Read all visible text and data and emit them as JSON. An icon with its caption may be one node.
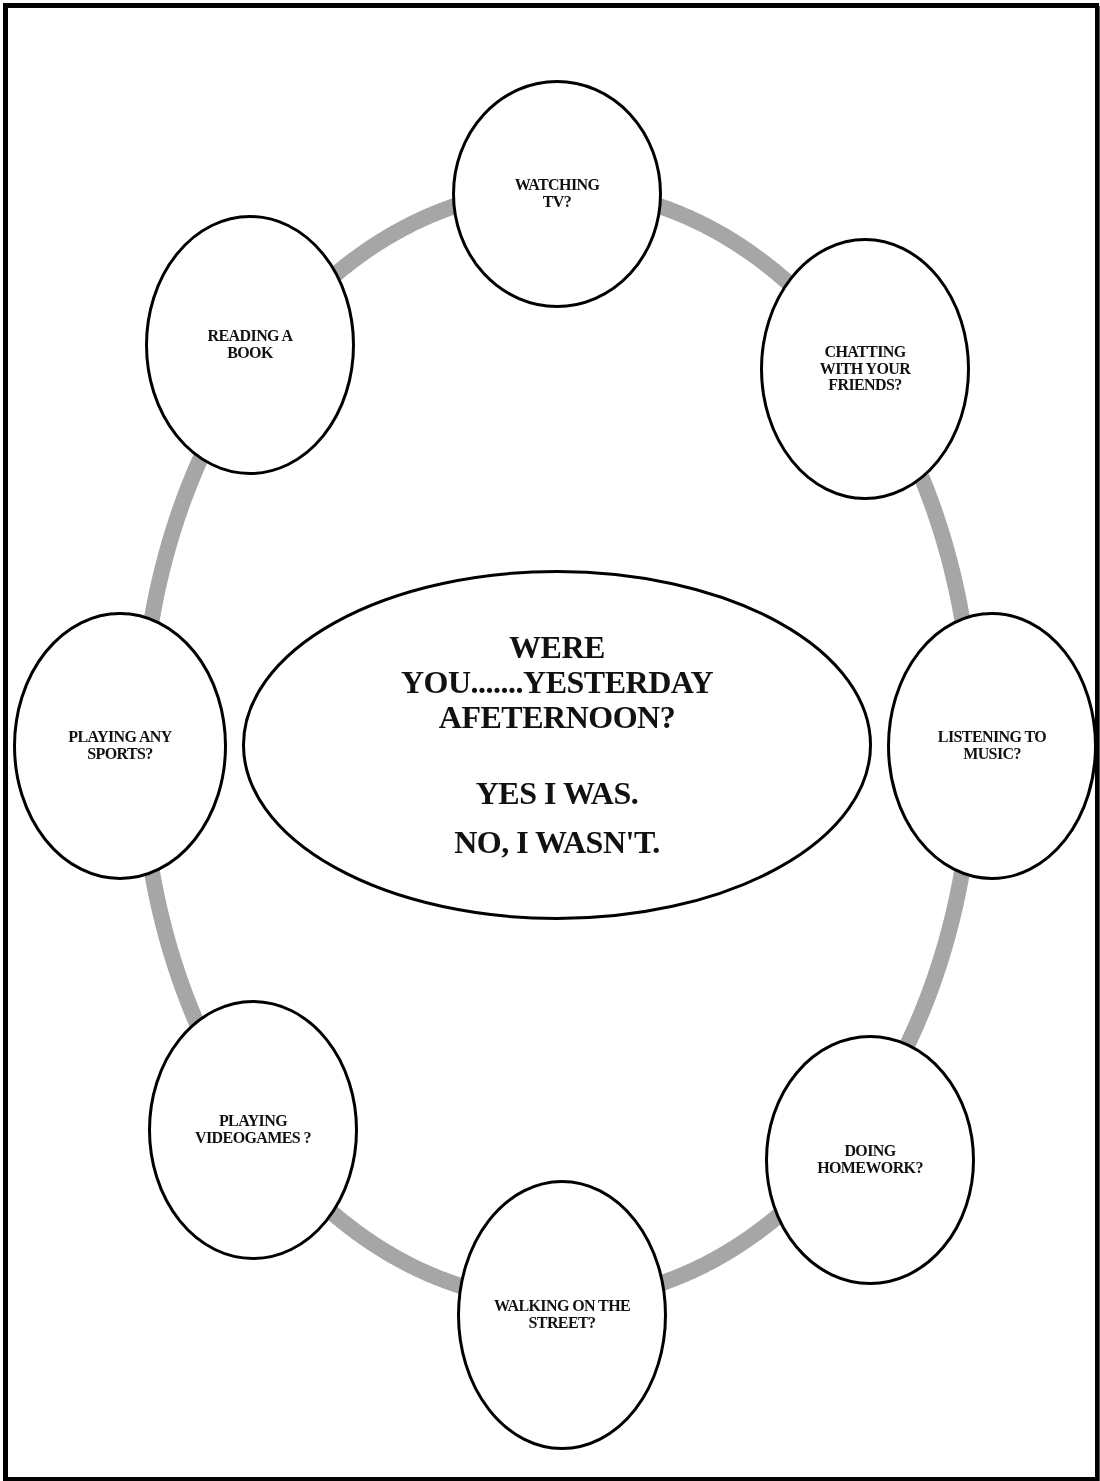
{
  "diagram": {
    "nodes": [
      {
        "text": [
          "WATCHING TV?"
        ]
      },
      {
        "text": [
          "READING A BOOK"
        ]
      },
      {
        "text": [
          "CHATTING WITH YOUR FRIENDS?"
        ]
      },
      {
        "text": [
          "PLAYING ANY SPORTS?"
        ]
      },
      {
        "text": [
          "WERE YOU.......YESTERDAY AFETERNOON?",
          "YES  I WAS.",
          "NO, I WASN'T."
        ]
      },
      {
        "text": [
          "LISTENING TO MUSIC?"
        ]
      },
      {
        "text": [
          "PLAYING VIDEOGAMES ?"
        ]
      },
      {
        "text": [
          "DOING HOMEWORK?"
        ]
      },
      {
        "text": [
          "WALKING ON THE STREET?"
        ]
      }
    ],
    "edges": [
      {
        "from": 0,
        "to": 2,
        "arrow": "none"
      },
      {
        "from": 2,
        "to": 5,
        "arrow": "none"
      },
      {
        "from": 5,
        "to": 7,
        "arrow": "none"
      },
      {
        "from": 7,
        "to": 8,
        "arrow": "none"
      },
      {
        "from": 8,
        "to": 6,
        "arrow": "none"
      },
      {
        "from": 6,
        "to": 3,
        "arrow": "none"
      },
      {
        "from": 3,
        "to": 1,
        "arrow": "none"
      },
      {
        "from": 1,
        "to": 0,
        "arrow": "none"
      }
    ]
  }
}
